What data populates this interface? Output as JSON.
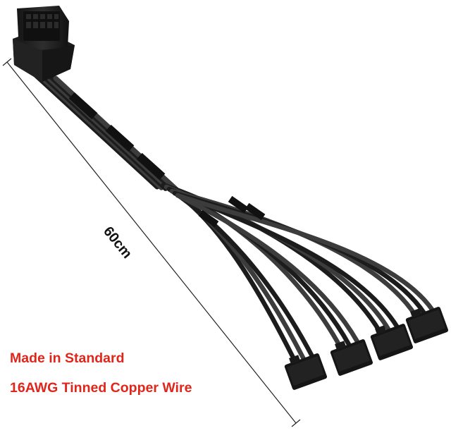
{
  "product_image": {
    "dimension_label": "60cm",
    "caption_line_1": "Made in Standard",
    "caption_line_2": "16AWG Tinned Copper Wire",
    "colors": {
      "cable": "#1c1c1c",
      "sleeve_highlight": "#3c3c3c",
      "caption": "#e0261b",
      "dimension_line": "#222222"
    }
  }
}
